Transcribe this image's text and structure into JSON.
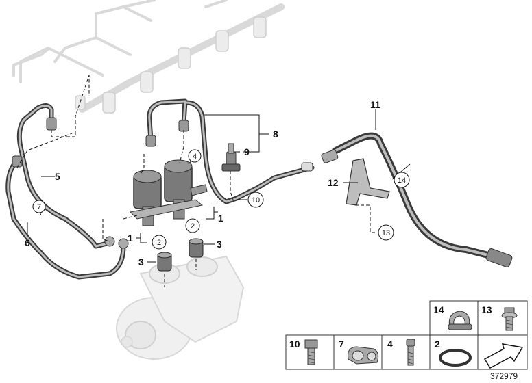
{
  "diagram": {
    "document_number": "372979",
    "callouts": [
      {
        "id": "c11",
        "text": "11"
      },
      {
        "id": "c8",
        "text": "8"
      },
      {
        "id": "c9",
        "text": "9"
      },
      {
        "id": "c5",
        "text": "5"
      },
      {
        "id": "c6",
        "text": "6"
      },
      {
        "id": "c12",
        "text": "12"
      },
      {
        "id": "c1a",
        "text": "1"
      },
      {
        "id": "c1b",
        "text": "1"
      },
      {
        "id": "c3a",
        "text": "3"
      },
      {
        "id": "c3b",
        "text": "3"
      }
    ],
    "circled_callouts": [
      {
        "id": "k4",
        "text": "4"
      },
      {
        "id": "k7",
        "text": "7"
      },
      {
        "id": "k10",
        "text": "10"
      },
      {
        "id": "k14",
        "text": "14"
      },
      {
        "id": "k13",
        "text": "13"
      },
      {
        "id": "k2a",
        "text": "2"
      },
      {
        "id": "k2b",
        "text": "2"
      }
    ],
    "parts_legend": [
      {
        "number": "14",
        "part": "spring-clip-icon"
      },
      {
        "number": "13",
        "part": "flange-bolt-icon"
      },
      {
        "number": "10",
        "part": "hex-bolt-icon"
      },
      {
        "number": "7",
        "part": "double-clip-icon"
      },
      {
        "number": "4",
        "part": "socket-screw-icon"
      },
      {
        "number": "2",
        "part": "o-ring-icon"
      },
      {
        "number": "",
        "part": "direction-arrow-icon"
      }
    ]
  }
}
